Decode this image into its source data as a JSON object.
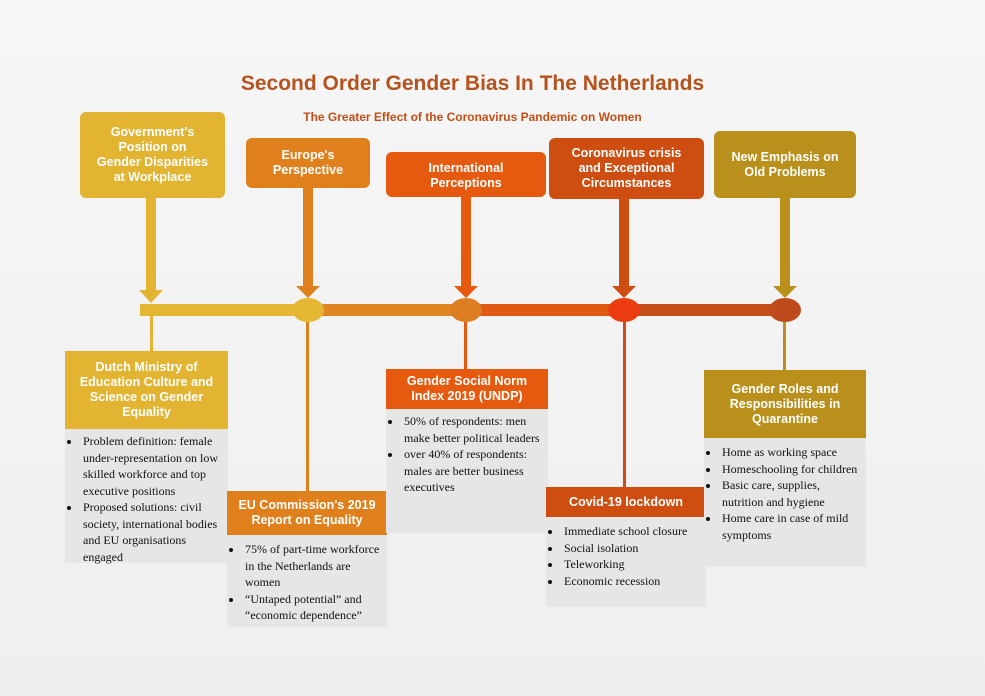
{
  "title": "Second Order Gender Bias In The Netherlands",
  "subtitle": "The Greater Effect of the Coronavirus Pandemic on Women",
  "colors": {
    "c1": "#e2b431",
    "c2": "#e0801c",
    "c3": "#e65a0f",
    "c4": "#ce4e12",
    "c5": "#b9901c",
    "card_body": "#e6e6e6"
  },
  "top_boxes": [
    {
      "label": "Government's\nPosition on\nGender Disparities\nat Workplace"
    },
    {
      "label": "Europe's\nPerspective"
    },
    {
      "label": "International\nPerceptions"
    },
    {
      "label": "Coronavirus crisis\nand Exceptional\nCircumstances"
    },
    {
      "label": "New Emphasis on\nOld Problems"
    }
  ],
  "cards": [
    {
      "heading": "Dutch Ministry of\nEducation Culture and\nScience on Gender\nEquality",
      "bullets": [
        "Problem definition: female under-representation on low skilled workforce and top executive positions",
        "Proposed solutions: civil society, international bodies and EU organisations engaged"
      ]
    },
    {
      "heading": "EU Commission's 2019\nReport on Equality",
      "bullets": [
        "75% of part-time workforce in the Netherlands are women",
        "“Untaped potential” and “economic dependence”"
      ]
    },
    {
      "heading": "Gender Social Norm\nIndex 2019 (UNDP)",
      "bullets": [
        "50% of respondents: men make better political leaders",
        "over 40% of respondents: males are better business executives"
      ]
    },
    {
      "heading": "Covid-19 lockdown",
      "bullets": [
        "Immediate school closure",
        "Social isolation",
        "Teleworking",
        "Economic recession"
      ]
    },
    {
      "heading": "Gender Roles and\nResponsibilities in\nQuarantine",
      "bullets": [
        "Home as working space",
        "Homeschooling for children",
        "Basic care, supplies, nutrition and hygiene",
        "Home care in case of mild symptoms"
      ]
    }
  ]
}
